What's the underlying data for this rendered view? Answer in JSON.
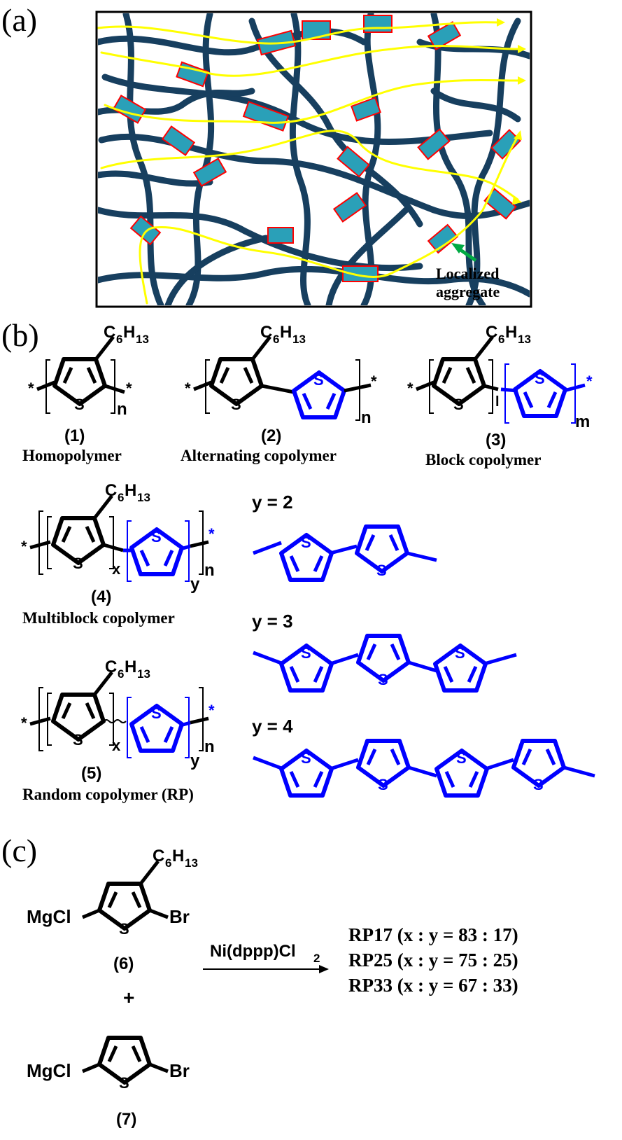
{
  "panels": {
    "a": {
      "label": "(a)",
      "annotation_line1": "Localized",
      "annotation_line2": "aggregate"
    },
    "b": {
      "label": "(b)"
    },
    "c": {
      "label": "(c)"
    }
  },
  "structures": {
    "c6h13": {
      "main": "C",
      "sub1": "6",
      "mid": "H",
      "sub2": "13"
    },
    "s": "S",
    "star": "*",
    "n": "n",
    "l": "l",
    "m": "m",
    "x": "x",
    "y": "y",
    "mgcl": "MgCl",
    "br": "Br",
    "plus": "+"
  },
  "compounds": [
    {
      "number": "(1)",
      "name": "Homopolymer"
    },
    {
      "number": "(2)",
      "name": "Alternating copolymer"
    },
    {
      "number": "(3)",
      "name": "Block copolymer"
    },
    {
      "number": "(4)",
      "name": "Multiblock copolymer"
    },
    {
      "number": "(5)",
      "name": "Random copolymer (RP)"
    },
    {
      "number": "(6)"
    },
    {
      "number": "(7)"
    }
  ],
  "oligomers": [
    {
      "label": "y = 2"
    },
    {
      "label": "y = 3"
    },
    {
      "label": "y = 4"
    }
  ],
  "reaction": {
    "catalyst": {
      "main": "Ni(dppp)Cl",
      "sub": "2"
    },
    "products": [
      "RP17 (x : y = 83 : 17)",
      "RP25 (x : y = 75 : 25)",
      "RP33 (x : y = 67 : 33)"
    ]
  },
  "colors": {
    "chain": "#173f5f",
    "path": "#ffff00",
    "aggregate_fill": "#2aa0b8",
    "aggregate_edge": "#ff0000",
    "blue": "#0000ff",
    "arrow": "#00aa44",
    "black": "#000000"
  }
}
